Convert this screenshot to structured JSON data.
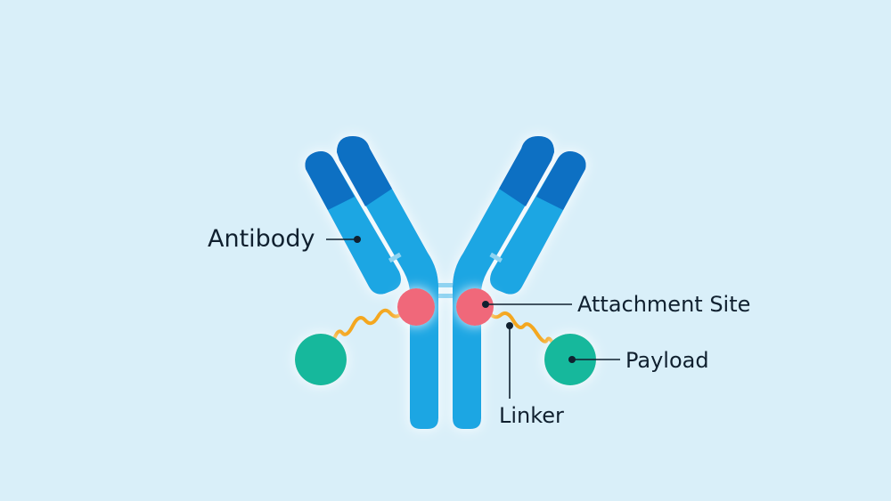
{
  "labels": {
    "antibody": "Antibody",
    "attachment_site": "Attachment Site",
    "payload": "Payload",
    "linker": "Linker"
  },
  "colors": {
    "background": "#d9eff9",
    "heavy_chain": "#1aa6e3",
    "light_chain": "#1aa6e3",
    "variable_region": "#0b6fc3",
    "attachment_site": "#f0687a",
    "linker": "#f4a71f",
    "payload": "#13b89c",
    "pointer": "#10202f"
  }
}
